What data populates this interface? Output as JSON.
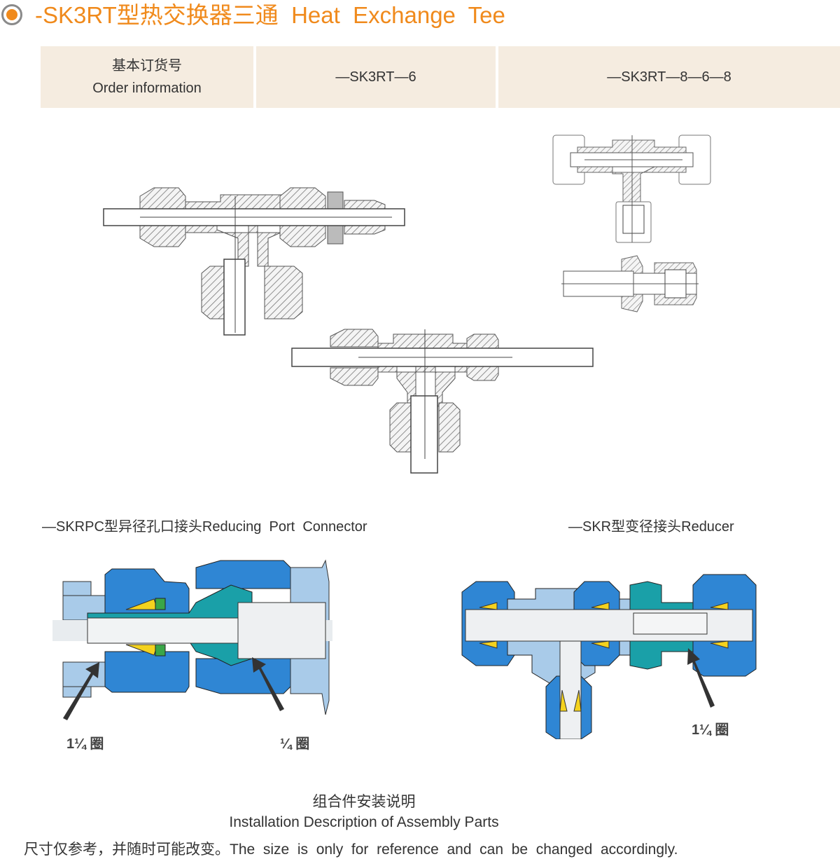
{
  "header": {
    "bullet_icon": "orange-circle-bullet",
    "title": "-SK3RT型热交换器三通  Heat  Exchange  Tee",
    "accent_color": "#f08a1c"
  },
  "order_table": {
    "header_cn": "基本订货号",
    "header_en": "Order  information",
    "cells": [
      "—SK3RT—6",
      "—SK3RT—8—6—8"
    ],
    "background": "#f5ece0"
  },
  "drawings": {
    "tee_large": "sectional-drawing-heat-exchange-tee-6",
    "tee_small": "sectional-drawing-tee-8-6-8",
    "connector_small": "sectional-drawing-connector",
    "tee_bottom": "sectional-drawing-heat-exchange-tee-variant"
  },
  "captions": {
    "left": "—SKRPC型异径孔口接头Reducing  Port  Connector",
    "right": "—SKR型变径接头Reducer"
  },
  "assembly": {
    "left_labels": [
      {
        "num": "1¼",
        "unit": "圈"
      },
      {
        "num": "¼",
        "unit": "圈"
      }
    ],
    "right_labels": [
      {
        "num": "1¼",
        "unit": "圈"
      }
    ],
    "colors": {
      "nut_blue": "#2f86d4",
      "body_light_blue": "#a9cbe9",
      "insert_teal": "#1aa0a8",
      "ferrule_yellow": "#f4d21e",
      "back_ferrule_green": "#3aa648",
      "bore_grey": "#e8ecef"
    }
  },
  "description": {
    "cn": "组合件安装说明",
    "en": "Installation  Description  of  Assembly  Parts"
  },
  "footer": {
    "note": "尺寸仅参考，并随时可能改变。The  size  is  only  for  reference  and  can  be  changed  accordingly."
  }
}
